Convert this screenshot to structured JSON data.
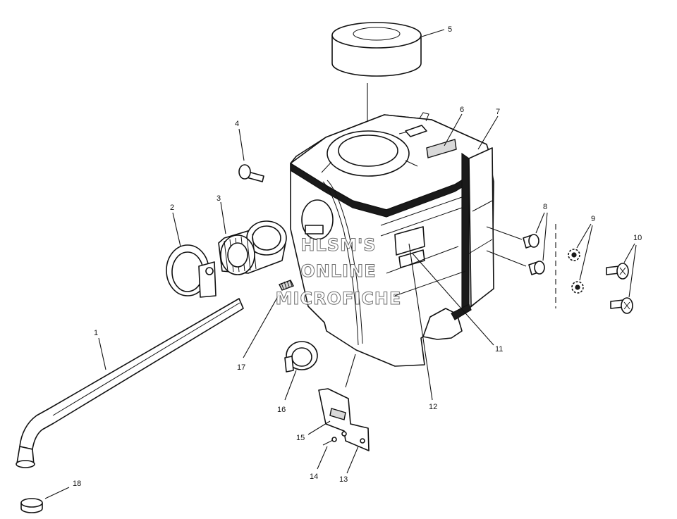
{
  "watermark": {
    "line1": "HLSM'S",
    "line2": "ONLINE",
    "line3": "MICROFICHE"
  },
  "callouts": {
    "c1": "1",
    "c2": "2",
    "c3": "3",
    "c4": "4",
    "c5": "5",
    "c6": "6",
    "c7": "7",
    "c8": "8",
    "c9": "9",
    "c10": "10",
    "c11": "11",
    "c12": "12",
    "c13": "13",
    "c14": "14",
    "c15": "15",
    "c16": "16",
    "c17": "17",
    "c18": "18"
  }
}
